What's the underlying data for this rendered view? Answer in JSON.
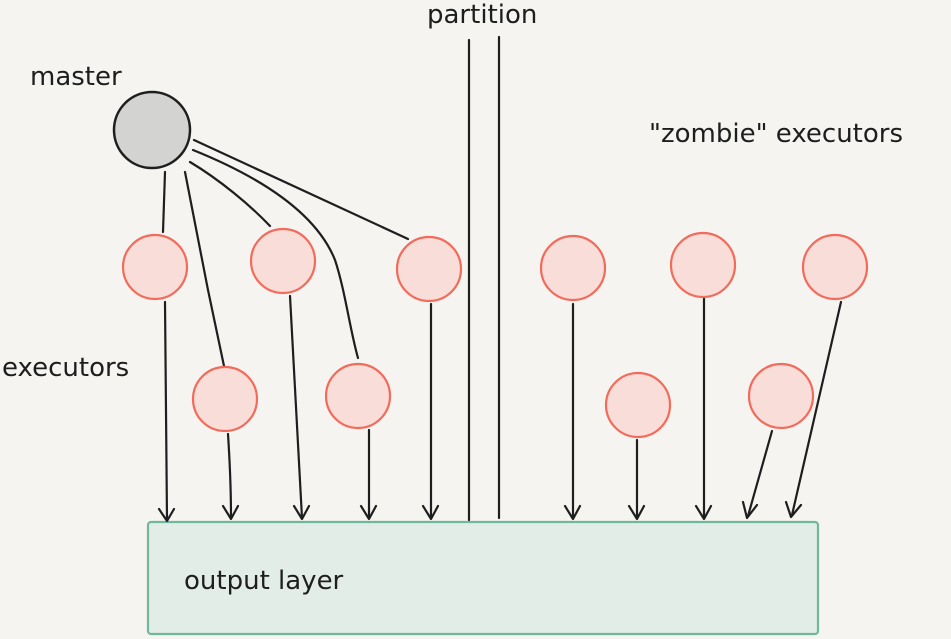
{
  "labels": {
    "master": "master",
    "partition": "partition",
    "zombie": "\"zombie\" executors",
    "executors": "executors",
    "output": "output layer"
  },
  "colors": {
    "background": "#f5f4f0",
    "stroke": "#1e1e1e",
    "master_fill": "#d3d3d1",
    "executor_fill": "#f9ddd8",
    "executor_stroke": "#f26b5b",
    "output_fill": "#e3ede8",
    "output_stroke": "#6fb89c"
  }
}
